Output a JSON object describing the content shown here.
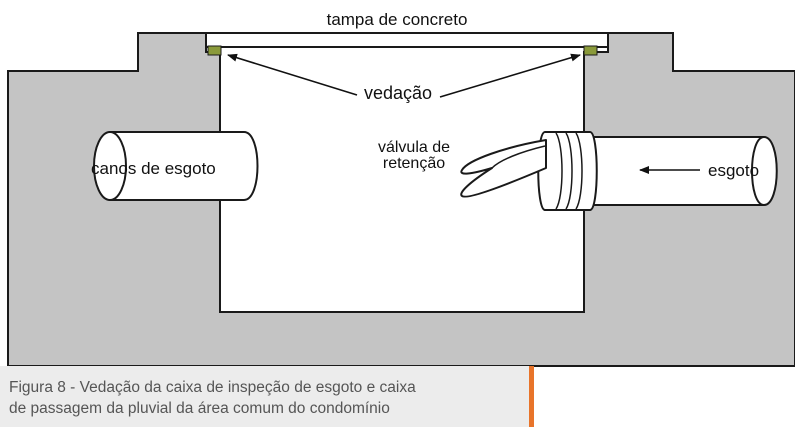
{
  "labels": {
    "lid": "tampa de concreto",
    "seal": "vedação",
    "pipes": "canos de esgoto",
    "valve_line1": "válvula de",
    "valve_line2": "retenção",
    "sewage": "esgoto"
  },
  "caption": {
    "line1": "Figura 8 - Vedação da caixa de inspeção de esgoto e caixa",
    "line2": "de passagem da pluvial da área comum do condomínio"
  },
  "colors": {
    "soil": "#c4c4c4",
    "box_interior": "#ffffff",
    "seal": "#8a9a3a",
    "caption_background": "#ececec",
    "caption_accent": "#e8742a",
    "caption_text": "#555555"
  }
}
